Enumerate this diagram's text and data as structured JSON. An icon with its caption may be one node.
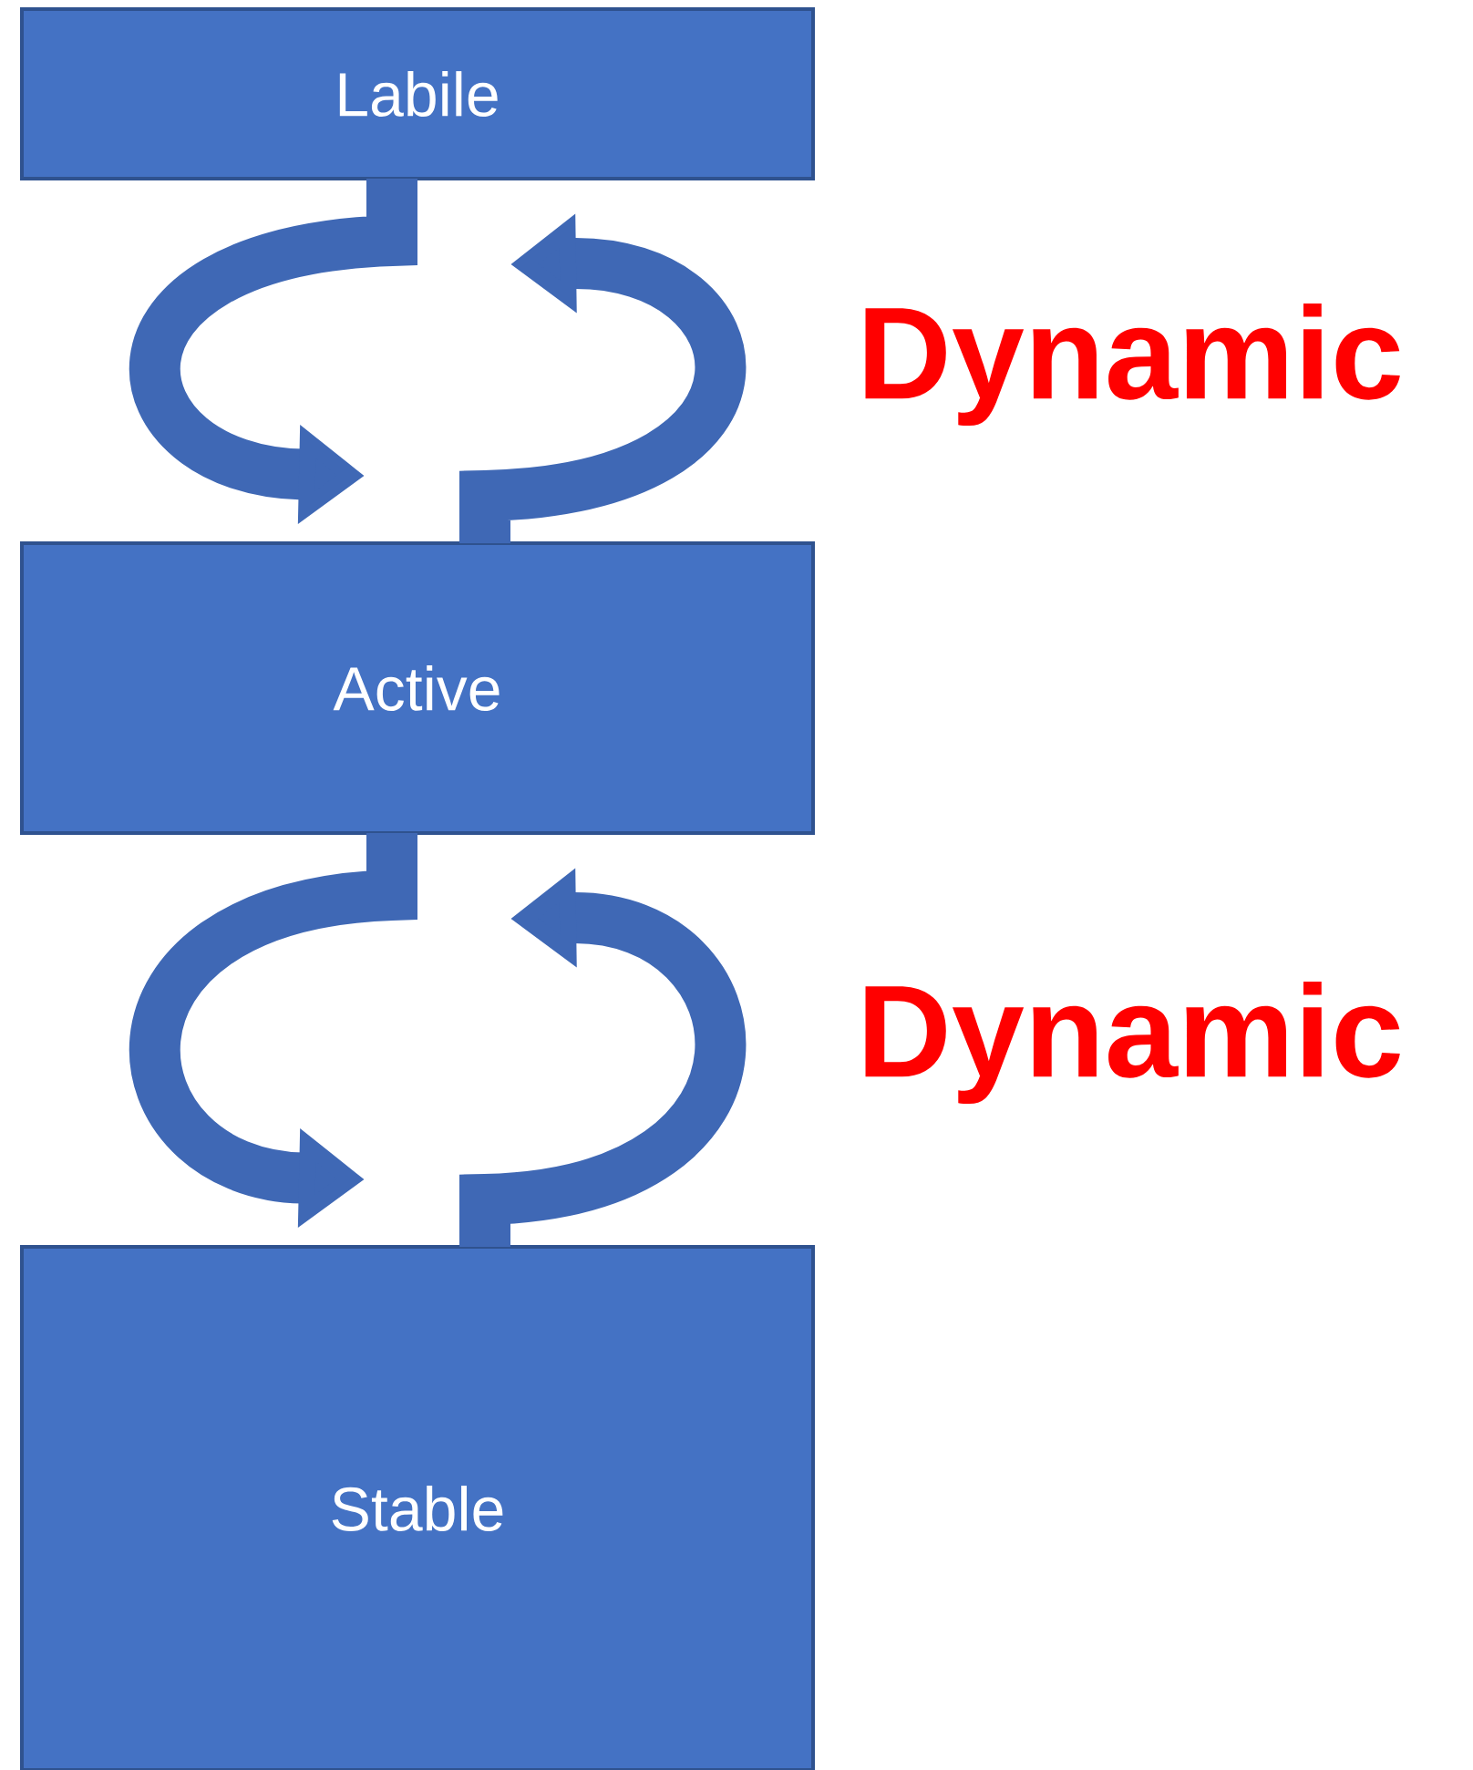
{
  "diagram": {
    "nodes": [
      {
        "text": [
          "Labile"
        ]
      },
      {
        "text": [
          "Active"
        ]
      },
      {
        "text": [
          "Stable"
        ]
      }
    ],
    "edges": [
      {
        "from": 0,
        "to": 1,
        "arrow": "to"
      },
      {
        "from": 1,
        "to": 0,
        "arrow": "to"
      },
      {
        "from": 1,
        "to": 2,
        "arrow": "to"
      },
      {
        "from": 2,
        "to": 1,
        "arrow": "to"
      }
    ],
    "labels": [
      "Dynamic",
      "Dynamic"
    ]
  }
}
